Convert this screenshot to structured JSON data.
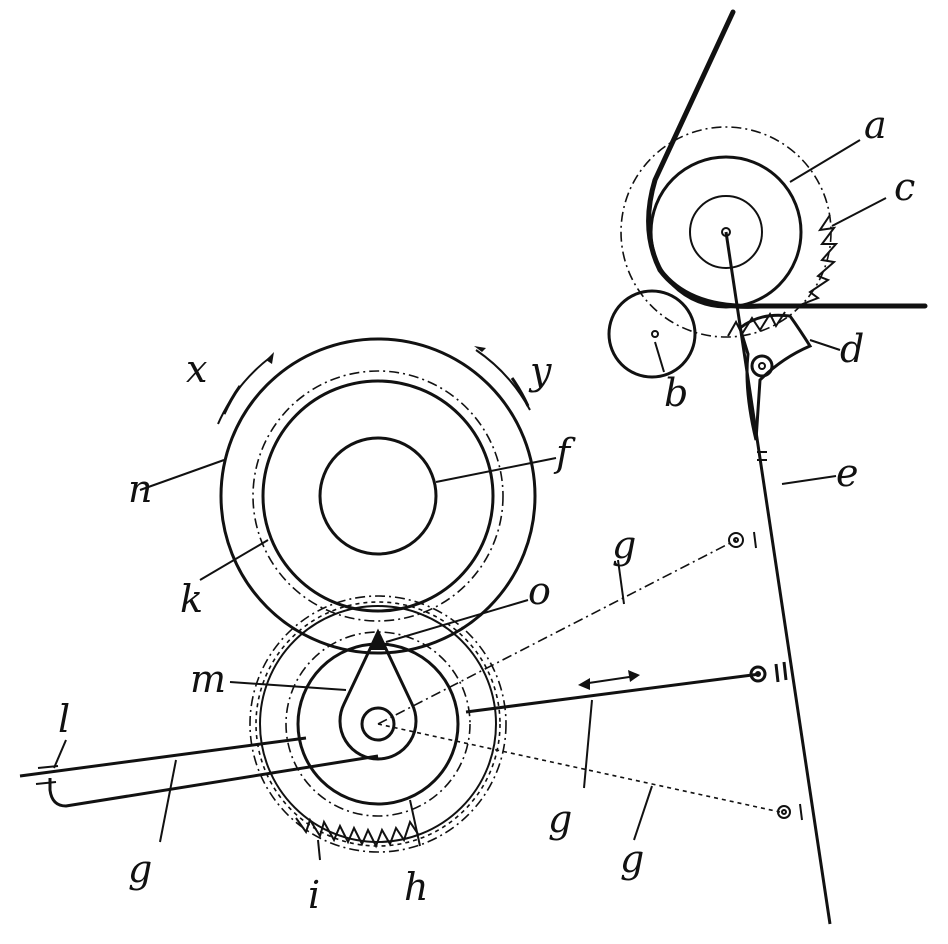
{
  "labels": {
    "a": "a",
    "b": "b",
    "c": "c",
    "d": "d",
    "e": "e",
    "f": "f",
    "g1": "g",
    "g2": "g",
    "g3": "g",
    "g4": "g",
    "h": "h",
    "i": "i",
    "k": "k",
    "l": "l",
    "m": "m",
    "n": "n",
    "o": "o",
    "x": "x",
    "y": "y"
  }
}
